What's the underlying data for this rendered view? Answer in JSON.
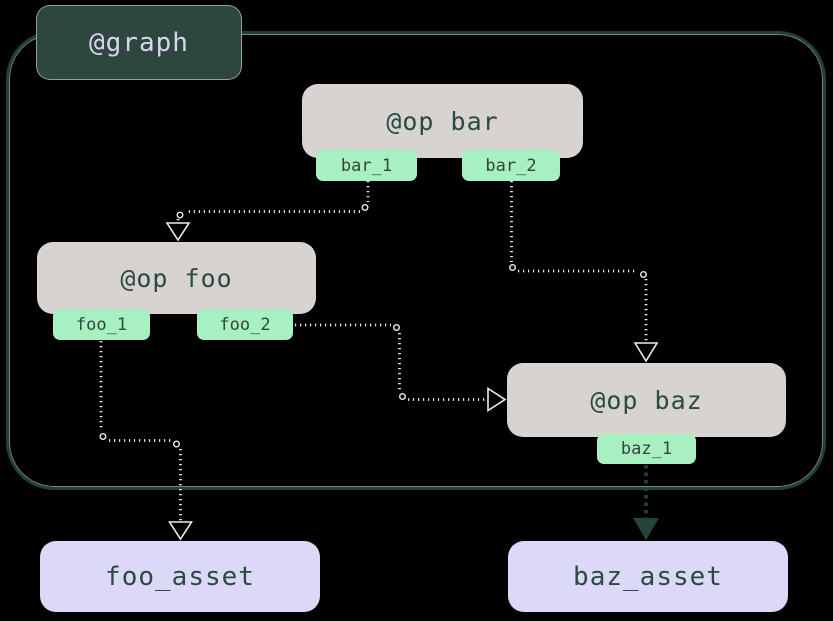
{
  "graph": {
    "label": "@graph"
  },
  "ops": [
    {
      "id": "bar",
      "title": "@op bar",
      "outputs": [
        "bar_1",
        "bar_2"
      ]
    },
    {
      "id": "foo",
      "title": "@op foo",
      "outputs": [
        "foo_1",
        "foo_2"
      ]
    },
    {
      "id": "baz",
      "title": "@op baz",
      "outputs": [
        "baz_1"
      ]
    }
  ],
  "assets": [
    {
      "name": "foo_asset"
    },
    {
      "name": "baz_asset"
    }
  ],
  "edges": [
    {
      "from": "bar_1",
      "to": "op-foo",
      "style": "dotted-open-arrow"
    },
    {
      "from": "bar_2",
      "to": "op-baz",
      "style": "dotted-open-arrow"
    },
    {
      "from": "foo_2",
      "to": "op-baz",
      "style": "dotted-open-arrow"
    },
    {
      "from": "foo_1",
      "to": "foo_asset",
      "style": "dotted-open-arrow"
    },
    {
      "from": "baz_1",
      "to": "baz_asset",
      "style": "dotted-filled-arrow"
    }
  ],
  "colors": {
    "background": "#000000",
    "graph_border": "#1e4237",
    "graph_label_bg": "#2e473e",
    "graph_label_text": "#d9d5f1",
    "op_bg": "#d6d3d1",
    "op_text": "#2b4a41",
    "output_tab_bg": "#a6f0c1",
    "output_tab_text": "#35443c",
    "asset_bg": "#dcd8f7",
    "asset_text": "#2b4a41",
    "edge_light": "#ececec",
    "edge_dark": "#25453c"
  }
}
